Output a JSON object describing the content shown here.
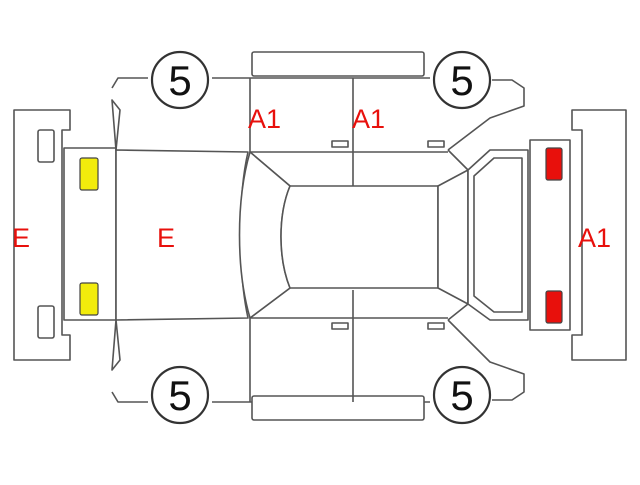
{
  "colors": {
    "outline": "#555555",
    "code_text": "#e8100c",
    "marker_yellow": "#f2ec0c",
    "marker_red": "#e8100c"
  },
  "tires": {
    "front_left": "5",
    "front_right": "5",
    "rear_left": "5",
    "rear_right": "5"
  },
  "panel_codes": {
    "rear_bumper": "E",
    "trunk_lid": "E",
    "left_rear_door": "A1",
    "left_front_door": "A1",
    "front_bumper": "A1"
  },
  "markers": {
    "rear_lamps": "yellow",
    "front_lamps": "red"
  }
}
